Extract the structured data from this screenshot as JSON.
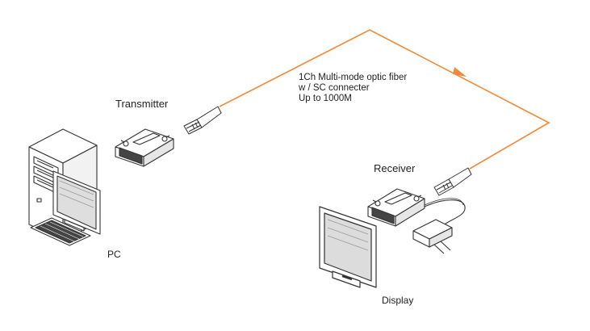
{
  "labels": {
    "transmitter": "Transmitter",
    "receiver": "Receiver",
    "pc": "PC",
    "display": "Display"
  },
  "fiber_annotation": [
    "1Ch Multi-mode optic fiber",
    "w / SC connecter",
    "Up to 1000M"
  ],
  "colors": {
    "fiber": "#f08a3a",
    "line_art": "#333333",
    "background": "#ffffff"
  }
}
